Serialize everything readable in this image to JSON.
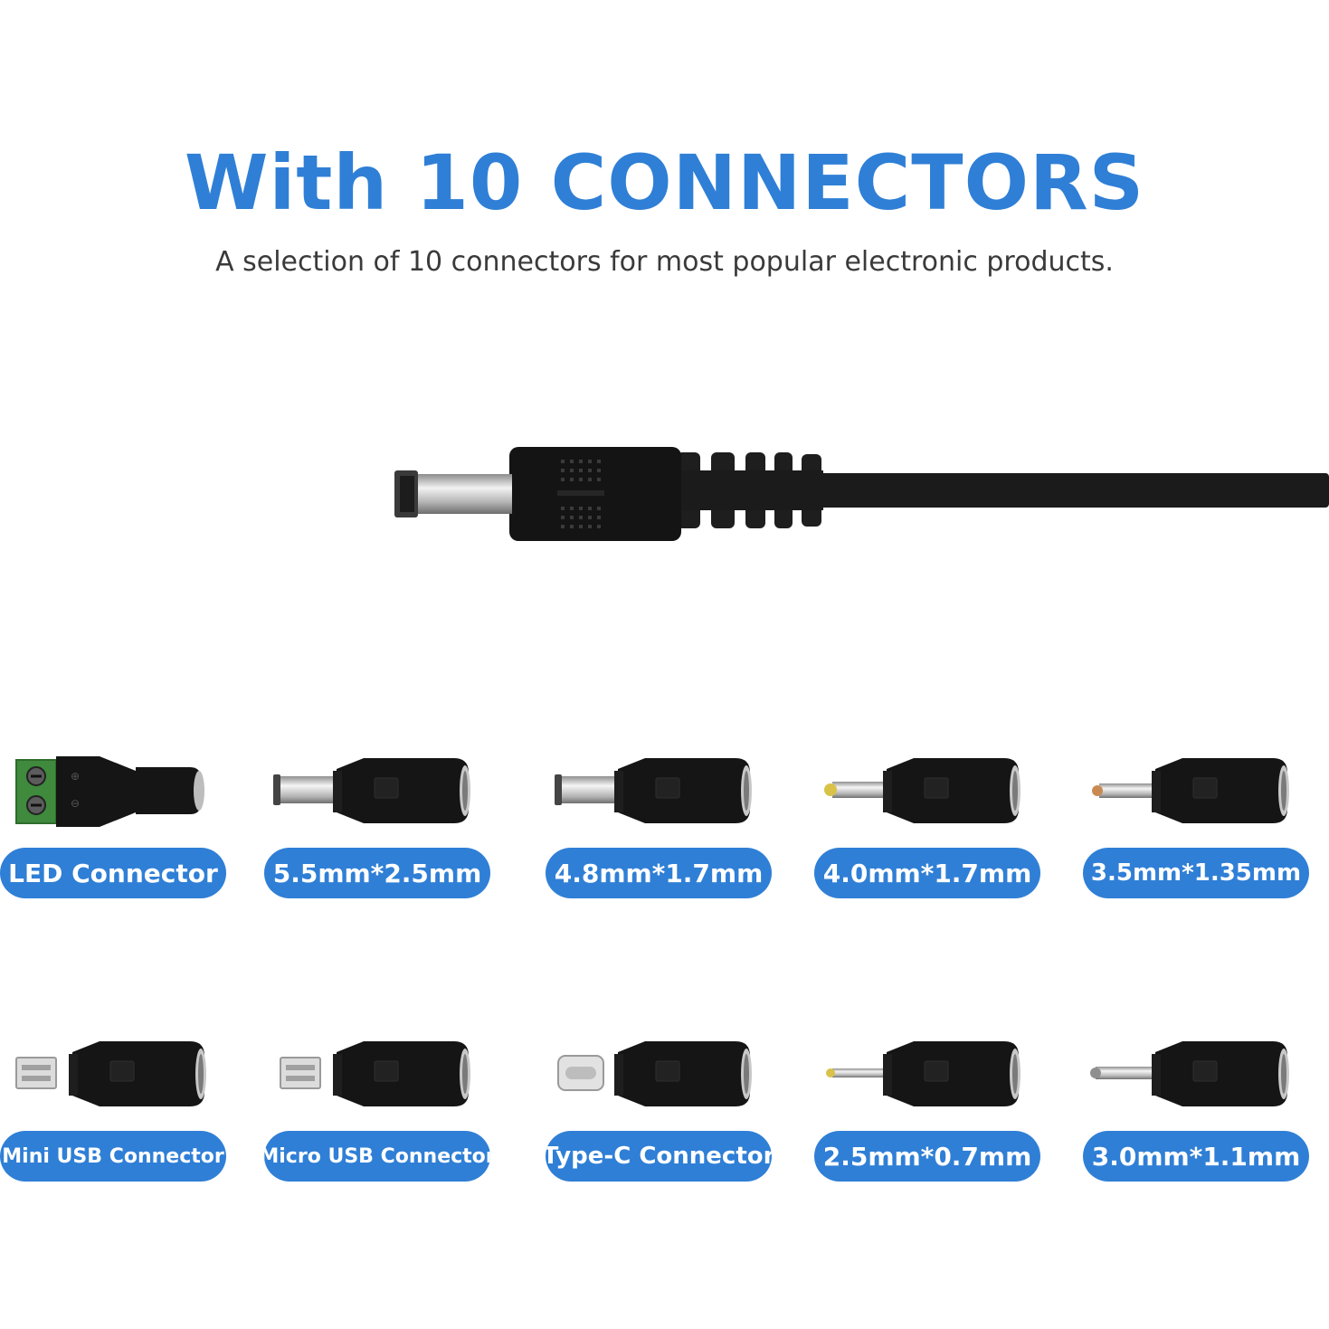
{
  "header": {
    "title": "With 10 CONNECTORS",
    "subtitle": "A selection of 10 connectors for most popular electronic products."
  },
  "colors": {
    "accent": "#2f7fd6",
    "plug_body": "#1b1b1b",
    "metal": "#c9c9c9",
    "terminal_green": "#3f8a3c"
  },
  "connectors": [
    {
      "label": "LED Connector",
      "icon": "led-terminal-connector-icon",
      "tip": "terminal"
    },
    {
      "label": "5.5mm*2.5mm",
      "icon": "barrel-plug-icon",
      "tip": "barrel-large"
    },
    {
      "label": "4.8mm*1.7mm",
      "icon": "barrel-plug-icon",
      "tip": "barrel-large"
    },
    {
      "label": "4.0mm*1.7mm",
      "icon": "barrel-plug-icon",
      "tip": "barrel-small-gold"
    },
    {
      "label": "3.5mm*1.35mm",
      "icon": "barrel-plug-icon",
      "tip": "barrel-small-copper"
    },
    {
      "label": "Mini USB Connector",
      "icon": "mini-usb-plug-icon",
      "tip": "usb"
    },
    {
      "label": "Micro USB Connector",
      "icon": "micro-usb-plug-icon",
      "tip": "usb"
    },
    {
      "label": "Type-C Connector",
      "icon": "type-c-plug-icon",
      "tip": "typec"
    },
    {
      "label": "2.5mm*0.7mm",
      "icon": "barrel-plug-icon",
      "tip": "pin-gold"
    },
    {
      "label": "3.0mm*1.1mm",
      "icon": "barrel-plug-icon",
      "tip": "pin-silver"
    }
  ]
}
